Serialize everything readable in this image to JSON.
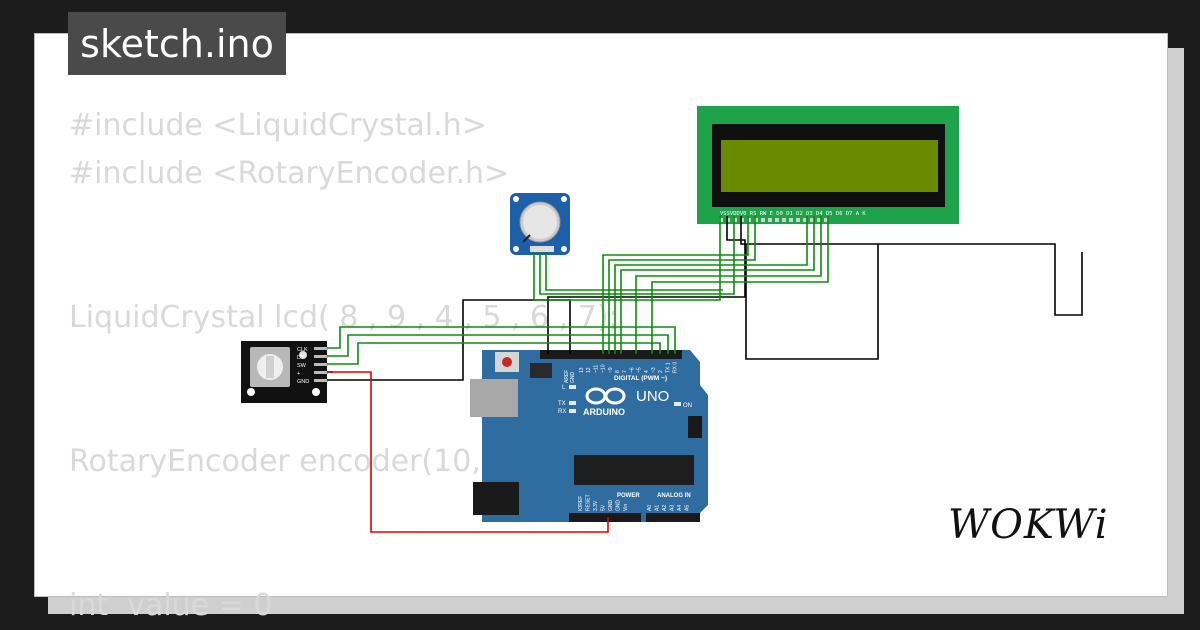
{
  "tab": {
    "filename": "sketch.ino"
  },
  "code_lines": [
    "#include <LiquidCrystal.h>",
    "#include <RotaryEncoder.h>",
    "",
    "",
    "LiquidCrystal lcd( 8 , 9 , 4 , 5 , 6 , 7);",
    "",
    "",
    "RotaryEncoder encoder(10,",
    "",
    "",
    "int  value = 0"
  ],
  "encoder_labels": [
    "CLK",
    "DT",
    "SW",
    "+",
    "GND"
  ],
  "lcd_pin_labels": "VSSVDDV0 RS RW E D0 D1 D2 D3 D4 D5 D6 D7 A K",
  "arduino": {
    "brand": "ARDUINO",
    "model": "UNO",
    "digital_label": "DIGITAL (PWM ~)",
    "power_label": "POWER",
    "analog_label": "ANALOG IN",
    "on_label": "ON",
    "aref_label": "AREF",
    "gnd_label": "GND",
    "tx_label": "TX",
    "rx_label": "RX",
    "l_label": "L",
    "digital_pins": [
      "13",
      "12",
      "~11",
      "~10",
      "~9",
      "8",
      "7",
      "~6",
      "~5",
      "4",
      "~3",
      "2",
      "TX 1",
      "RX 0"
    ],
    "power_pins": [
      "IOREF",
      "RESET",
      "3.3V",
      "5V",
      "GND",
      "GND",
      "Vin"
    ],
    "analog_pins": [
      "A0",
      "A1",
      "A2",
      "A3",
      "A4",
      "A5"
    ]
  },
  "logo": {
    "text": "WOKWi"
  },
  "colors": {
    "arduino_blue": "#2f6ca0",
    "lcd_green": "#1fa34a",
    "lcd_screen": "#6a8b00",
    "wire_green": "#0f8a10",
    "wire_black": "#000000",
    "wire_red": "#dd0000",
    "pot_blue": "#1d5fa8"
  }
}
